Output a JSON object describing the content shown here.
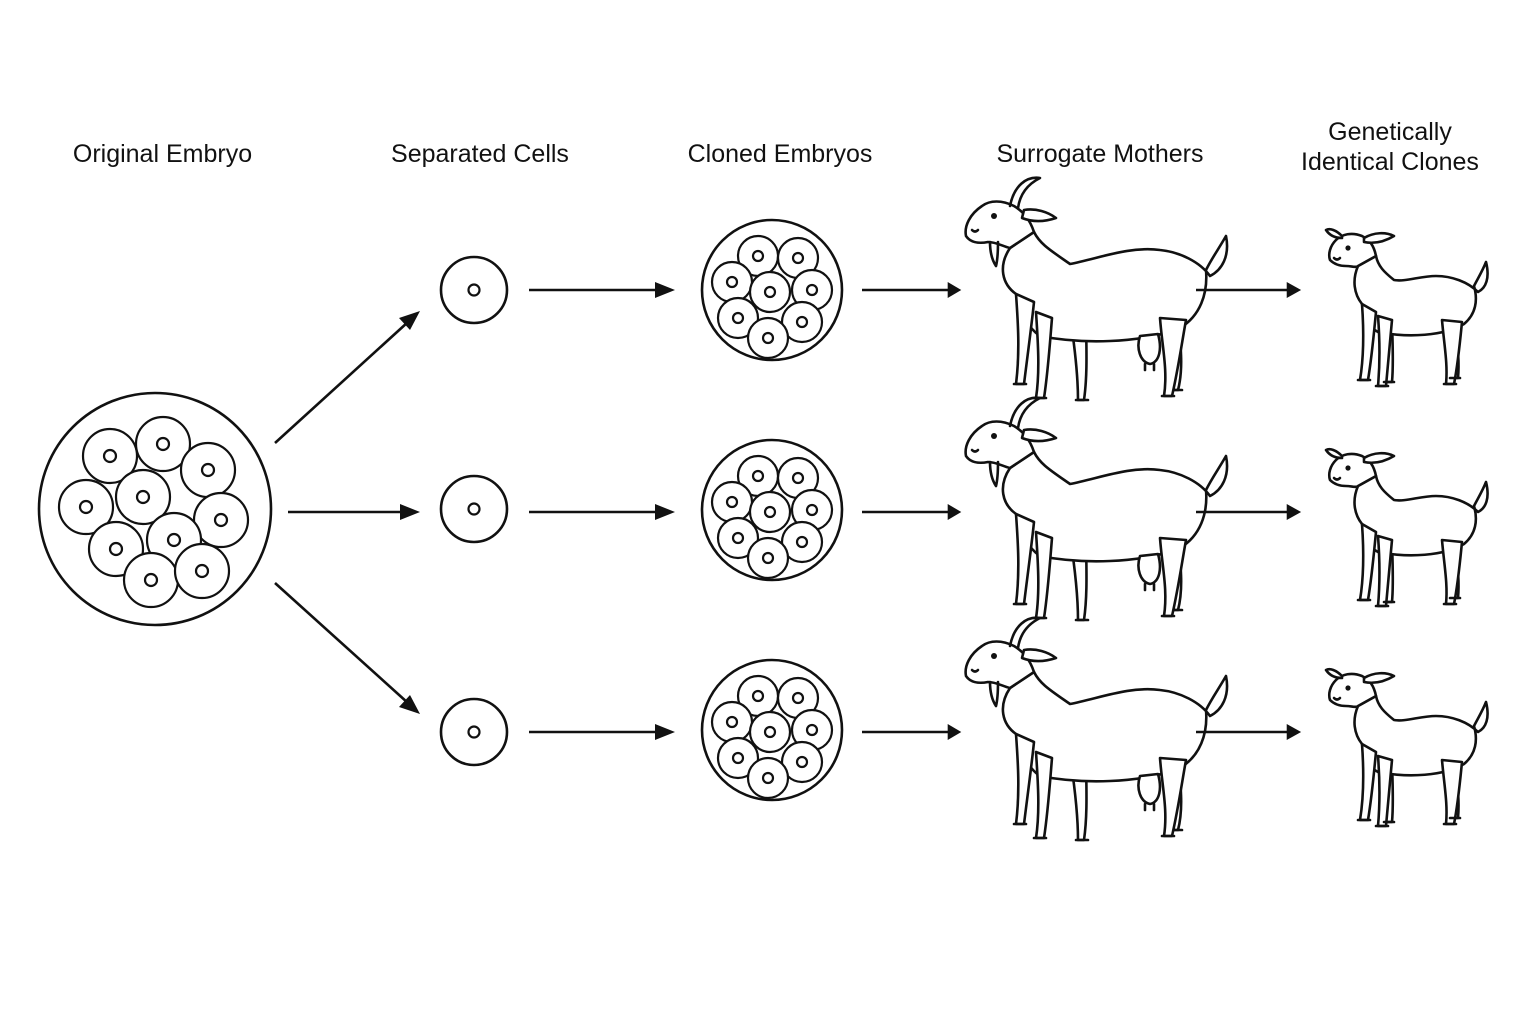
{
  "labels": {
    "original_embryo": "Original Embryo",
    "separated_cells": "Separated Cells",
    "cloned_embryos": "Cloned Embryos",
    "surrogate_mothers": "Surrogate Mothers",
    "clones_line1": "Genetically",
    "clones_line2": "Identical Clones"
  },
  "rows": 3,
  "icons": {
    "single_cell": "cell-icon",
    "embryo": "embryo-icon",
    "goat": "goat-icon",
    "kid": "kid-goat-icon"
  },
  "colors": {
    "ink": "#111111",
    "paper": "#ffffff"
  }
}
